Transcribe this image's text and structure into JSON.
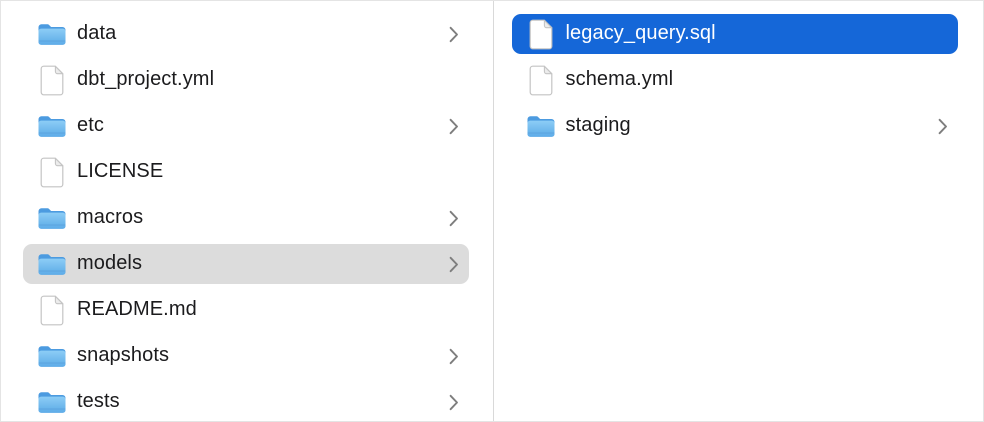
{
  "app": {
    "view": "finder-column-browser"
  },
  "colors": {
    "selection_blue": "#1567d8",
    "selection_gray": "#dcdcdc",
    "selected_text": "#ffffff",
    "text": "#1b1b1d",
    "divider": "#d9d9d9",
    "border": "#e4e4e4",
    "chevron": "#7e7e7e",
    "folder_back": "#4c9be0",
    "folder_front_top": "#8dcdf6",
    "folder_front_bottom": "#5fade9",
    "file_outline": "#c4c4c4",
    "file_fold": "#ececec"
  },
  "icons": {
    "folder": "folder-icon",
    "file": "file-icon",
    "chevron": "chevron-right-icon"
  },
  "columns": [
    {
      "name": "left",
      "items": [
        {
          "label": "data",
          "type": "folder",
          "has_chevron": true,
          "selected": false,
          "selection_style": null
        },
        {
          "label": "dbt_project.yml",
          "type": "file",
          "has_chevron": false,
          "selected": false,
          "selection_style": null
        },
        {
          "label": "etc",
          "type": "folder",
          "has_chevron": true,
          "selected": false,
          "selection_style": null
        },
        {
          "label": "LICENSE",
          "type": "file",
          "has_chevron": false,
          "selected": false,
          "selection_style": null
        },
        {
          "label": "macros",
          "type": "folder",
          "has_chevron": true,
          "selected": false,
          "selection_style": null
        },
        {
          "label": "models",
          "type": "folder",
          "has_chevron": true,
          "selected": true,
          "selection_style": "inactive-gray"
        },
        {
          "label": "README.md",
          "type": "file",
          "has_chevron": false,
          "selected": false,
          "selection_style": null
        },
        {
          "label": "snapshots",
          "type": "folder",
          "has_chevron": true,
          "selected": false,
          "selection_style": null
        },
        {
          "label": "tests",
          "type": "folder",
          "has_chevron": true,
          "selected": false,
          "selection_style": null
        }
      ]
    },
    {
      "name": "right",
      "items": [
        {
          "label": "legacy_query.sql",
          "type": "file",
          "has_chevron": false,
          "selected": true,
          "selection_style": "active-blue"
        },
        {
          "label": "schema.yml",
          "type": "file",
          "has_chevron": false,
          "selected": false,
          "selection_style": null
        },
        {
          "label": "staging",
          "type": "folder",
          "has_chevron": true,
          "selected": false,
          "selection_style": null
        }
      ]
    }
  ]
}
